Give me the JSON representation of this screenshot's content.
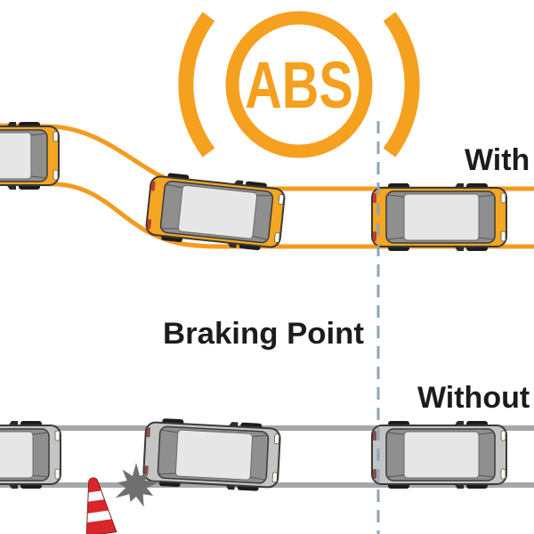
{
  "abs_indicator": {
    "label": "ABS"
  },
  "scenario_with_abs": {
    "label": "With"
  },
  "scenario_without_abs": {
    "label": "Without"
  },
  "braking_point": {
    "label": "Braking Point"
  },
  "icons": {
    "abs_light": "abs-warning-light-icon",
    "car": "car-top-view-icon",
    "cone": "traffic-cone-icon",
    "impact": "collision-burst-icon"
  },
  "colors": {
    "abs_orange": "#F5A01E",
    "with_abs_track": "#F39B1F",
    "without_abs_track": "#A7A7A7",
    "braking_line": "#8CA5B7",
    "label_text": "#1C1C1C",
    "orange_car_body": "#F5A623",
    "gray_car_body": "#C4C4C4",
    "car_roof": "#E6E6E6",
    "cone_red": "#D9262C",
    "impact_gray": "#6F6F6F"
  }
}
